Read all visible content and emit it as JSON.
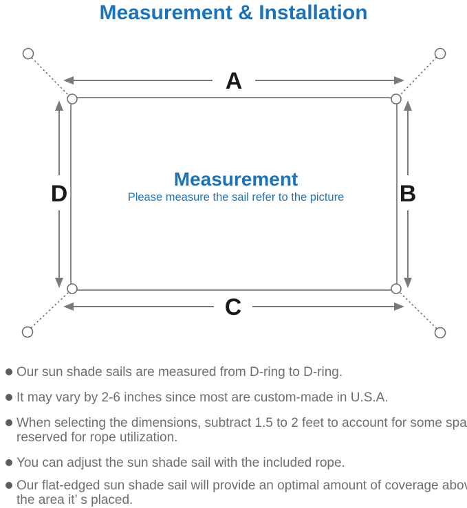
{
  "page": {
    "title": "Measurement & Installation"
  },
  "diagram": {
    "center_heading": "Measurement",
    "center_caption": "Please measure the sail refer to the picture",
    "dimension_labels": {
      "top": "A",
      "right": "B",
      "bottom": "C",
      "left": "D"
    },
    "colors": {
      "accent_blue": "#1b74ba",
      "line_gray": "#7a7a7a",
      "label_black": "#1a1a1a",
      "note_gray": "#6e6e6e"
    }
  },
  "notes": {
    "items": [
      {
        "lines": [
          "Our sun shade sails are measured from D-ring to D-ring."
        ]
      },
      {
        "lines": [
          "It may vary by 2-6 inches since most are custom-made in U.S.A."
        ]
      },
      {
        "lines": [
          "When selecting the dimensions, subtract 1.5 to 2 feet to account for some spacing",
          "reserved for rope utilization."
        ]
      },
      {
        "lines": [
          "You can adjust the sun shade sail with the included rope."
        ]
      },
      {
        "lines": [
          "Our flat-edged sun shade sail will provide an optimal amount of coverage above",
          "the area it’ s placed."
        ]
      }
    ]
  }
}
